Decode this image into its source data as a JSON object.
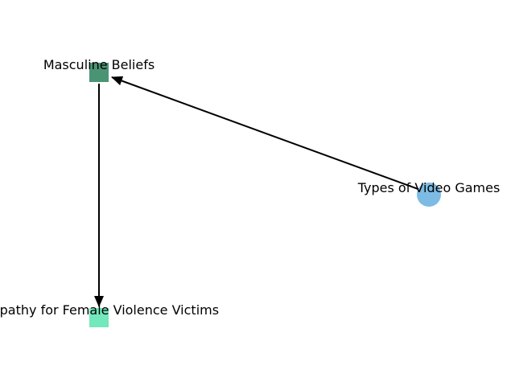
{
  "diagram": {
    "nodes": [
      {
        "id": "masculine",
        "label": "Masculine Beliefs",
        "shape": "square",
        "color": "#4a9474"
      },
      {
        "id": "games",
        "label": "Types of Video Games",
        "shape": "circle",
        "color": "#7dbbe4"
      },
      {
        "id": "empathy",
        "label": "Empathy for Female Violence Victims",
        "shape": "square",
        "color": "#72e8bc"
      }
    ],
    "edges": [
      {
        "from": "games",
        "to": "masculine",
        "color": "#000000"
      },
      {
        "from": "masculine",
        "to": "empathy",
        "color": "#000000"
      }
    ]
  }
}
